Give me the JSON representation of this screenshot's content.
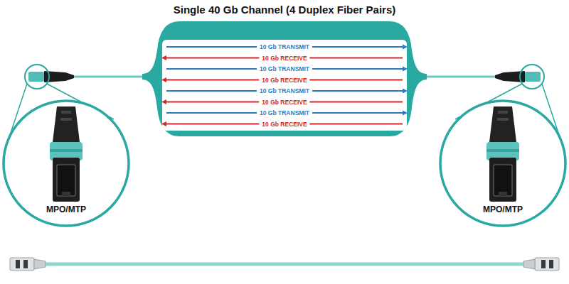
{
  "diagram": {
    "title": "Single 40 Gb Channel (4 Duplex Fiber Pairs)",
    "nodes": [
      {
        "text": [
          "10 Gb TRANSMIT",
          "10 Gb RECEIVE",
          "10 Gb TRANSMIT",
          "10 Gb RECEIVE",
          "10 Gb TRANSMIT",
          "10 Gb RECEIVE",
          "10 Gb TRANSMIT",
          "10 Gb RECEIVE"
        ]
      },
      {
        "text": [
          "MPO/MTP"
        ]
      },
      {
        "text": [
          "MPO/MTP"
        ]
      }
    ]
  }
}
